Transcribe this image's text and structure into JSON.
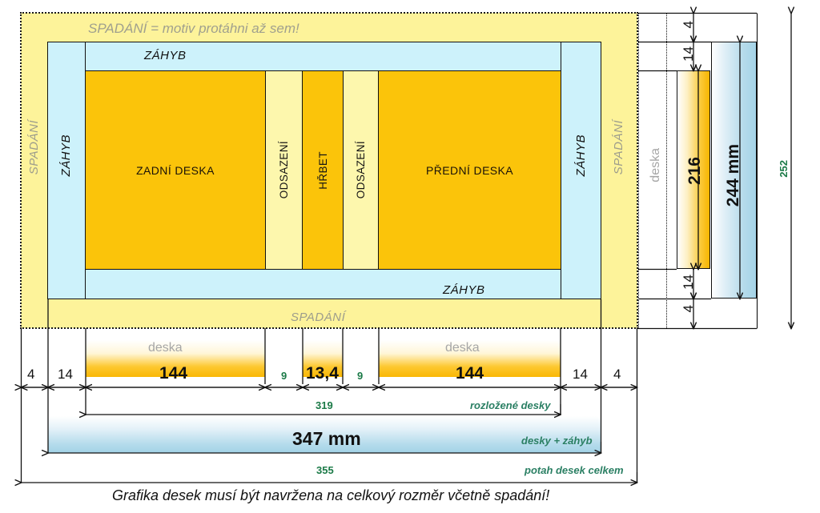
{
  "title": "Rozměry desek knižní vazby",
  "colors": {
    "bleed": "#fdf39a",
    "fold": "#cdf2fb",
    "board": "#fbc40a",
    "inset": "#fdf7ad",
    "green": "#1b7a47",
    "grey_label": "#a6a6a6"
  },
  "diagram": {
    "bleed_note": "SPADÁNÍ = motiv protáhni až sem!",
    "bleed_label_left": "SPADÁNÍ",
    "bleed_label_right": "SPADÁNÍ",
    "bleed_label_bottom": "SPADÁNÍ",
    "fold_label_top": "ZÁHYB",
    "fold_label_bottom": "ZÁHYB",
    "fold_label_left": "ZÁHYB",
    "fold_label_right": "ZÁHYB",
    "panels": {
      "back_board": "ZADNÍ DESKA",
      "front_board": "PŘEDNÍ DESKA",
      "spine": "HŘBET",
      "inset_left": "ODSAZENÍ",
      "inset_right": "ODSAZENÍ"
    }
  },
  "horizontal_dims": {
    "bleed_left": "4",
    "fold_left": "14",
    "board_left": "144",
    "board_left_caption": "deska",
    "inset_left": "9",
    "spine": "13,4",
    "inset_right": "9",
    "board_right": "144",
    "board_right_caption": "deska",
    "fold_right": "14",
    "bleed_right": "4",
    "boards_total": "319",
    "boards_total_note": "rozložené desky",
    "boards_plus_fold": "347 mm",
    "boards_plus_fold_note": "desky + záhyb",
    "cover_total": "355",
    "cover_total_note": "potah desek celkem"
  },
  "vertical_dims": {
    "bleed_top": "4",
    "fold_top": "14",
    "board_height": "216",
    "board_caption": "deska",
    "fold_bottom": "14",
    "bleed_bottom": "4",
    "board_plus_fold": "244 mm",
    "total": "252"
  },
  "caption": "Grafika desek musí být navržena na celkový rozměr včetně spadání!"
}
